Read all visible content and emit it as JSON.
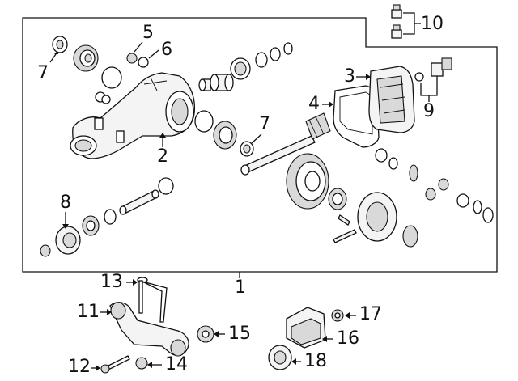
{
  "callouts": {
    "c1": "1",
    "c2": "2",
    "c3": "3",
    "c4": "4",
    "c5": "5",
    "c6": "6",
    "c7a": "7",
    "c7b": "7",
    "c8": "8",
    "c9": "9",
    "c10": "10",
    "c11": "11",
    "c12": "12",
    "c13": "13",
    "c14": "14",
    "c15": "15",
    "c16": "16",
    "c17": "17",
    "c18": "18"
  },
  "colors": {
    "line": "#111111",
    "fill": "#f4f4f4",
    "shade": "#d9d9d9",
    "background": "#ffffff"
  }
}
